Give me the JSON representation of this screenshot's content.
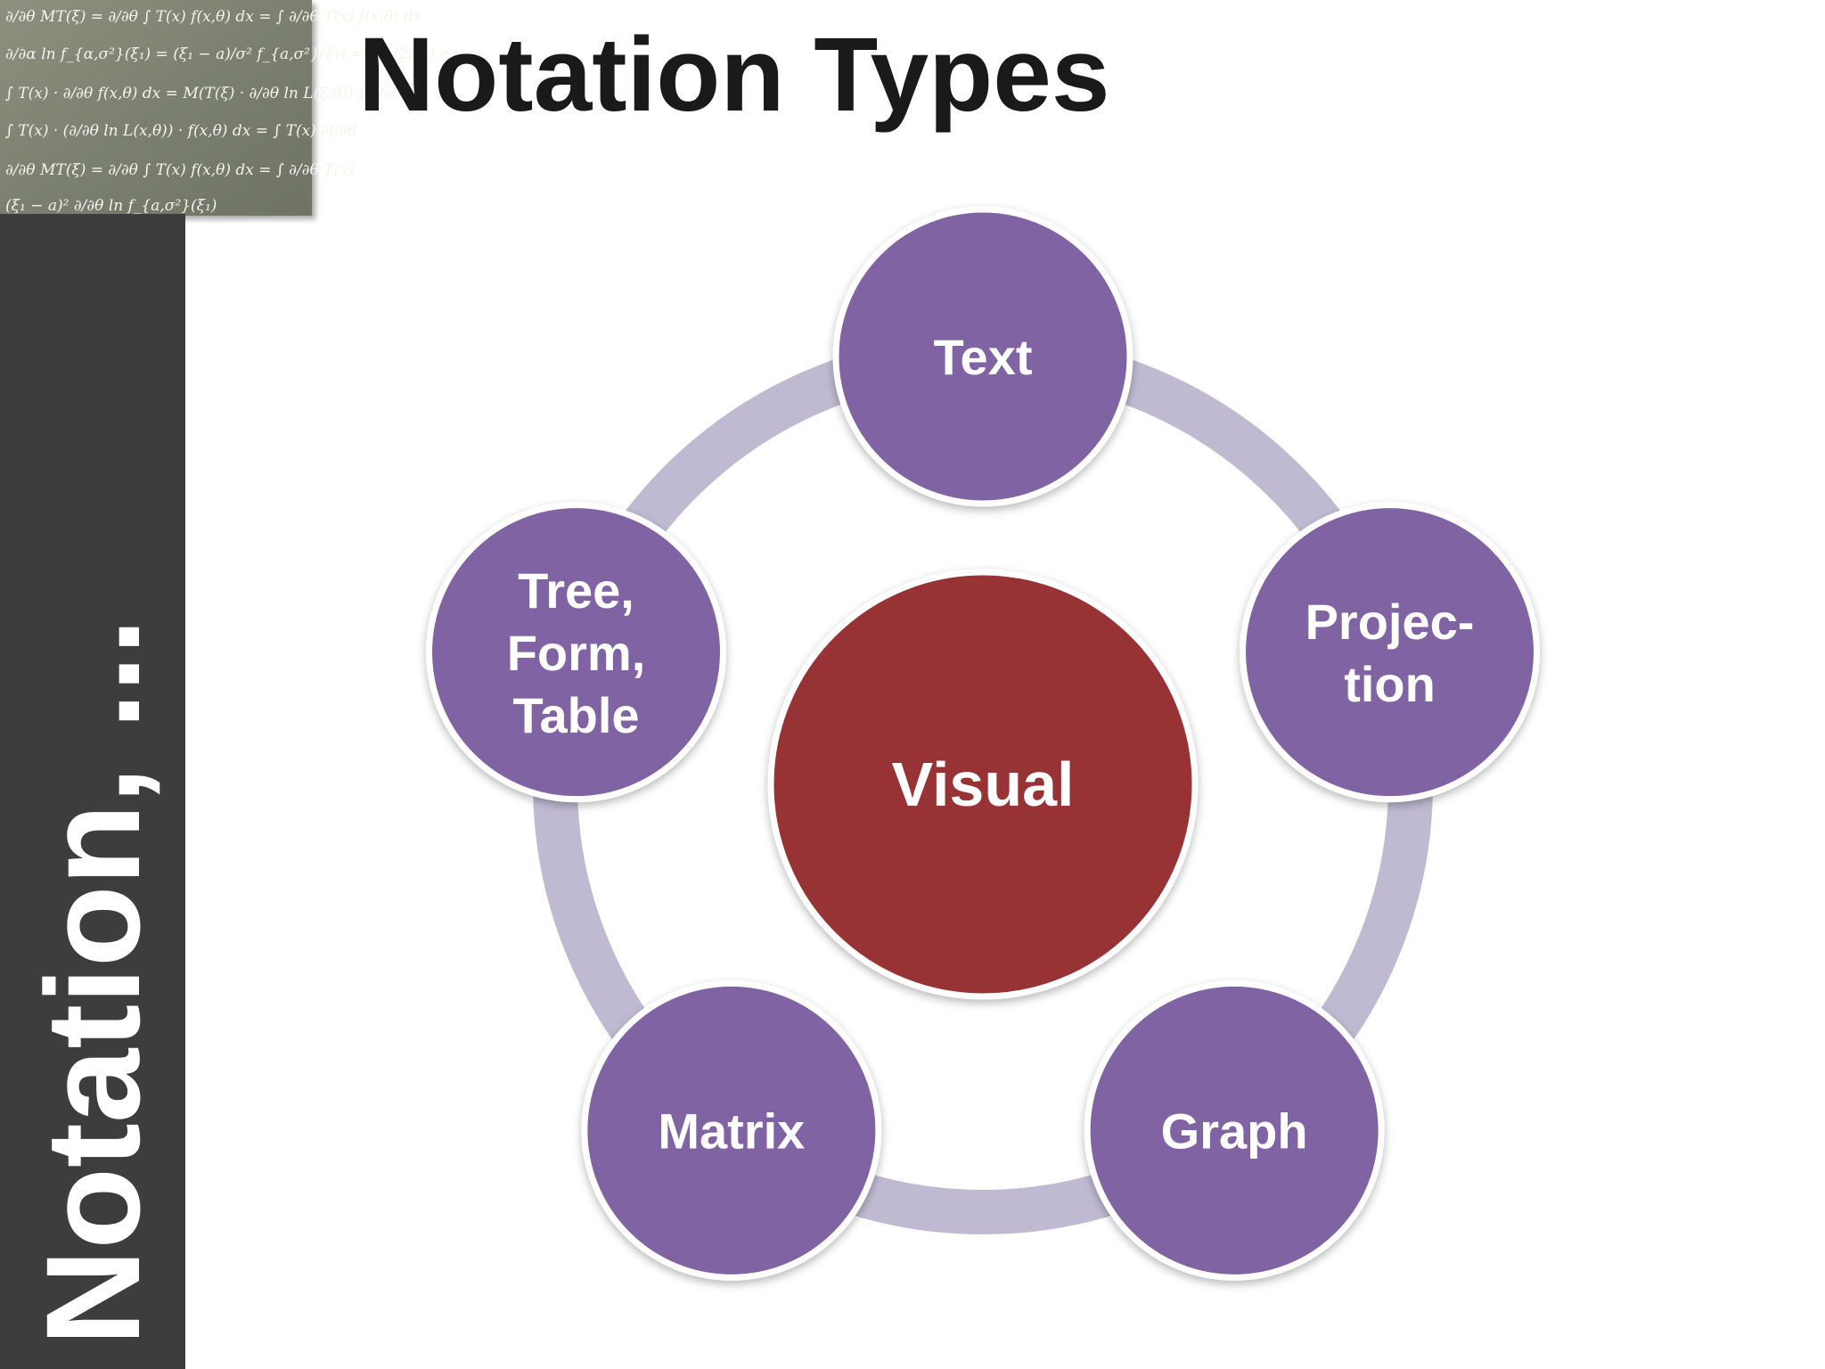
{
  "slide": {
    "title": "Notation Types",
    "sidebar_title": "Notation, ..."
  },
  "math_image": {
    "lines": [
      "∂/∂θ MT(ξ) = ∂/∂θ ∫ T(x) f(x,θ) dx = ∫ ∂/∂θ T(x) f(x,θ) dx",
      "∂/∂α ln f_{α,σ²}(ξ₁) = (ξ₁ − a)/σ²   f_{a,σ²}(ξ₁) = 1/√(2πσ) e",
      "∫ T(x) · ∂/∂θ f(x,θ) dx = M(T(ξ) · ∂/∂θ ln L(ξ,θ))   ∫ ∂/∂θ",
      "∫ T(x) · (∂/∂θ ln L(x,θ)) · f(x,θ) dx = ∫ T(x) ∂f/∂θ",
      "∂/∂θ MT(ξ) = ∂/∂θ ∫ T(x) f(x,θ) dx = ∫ ∂/∂θ T(x)",
      "(ξ₁ − a)²   ∂/∂θ ln f_{a,σ²}(ξ₁)"
    ]
  },
  "diagram": {
    "center": {
      "label": "Visual",
      "color": "#973234"
    },
    "nodes": [
      {
        "id": "text",
        "lines": [
          "Text"
        ]
      },
      {
        "id": "projection",
        "lines": [
          "Projec-",
          "tion"
        ]
      },
      {
        "id": "graph",
        "lines": [
          "Graph"
        ]
      },
      {
        "id": "matrix",
        "lines": [
          "Matrix"
        ]
      },
      {
        "id": "tree-form-table",
        "lines": [
          "Tree,",
          "Form,",
          "Table"
        ]
      }
    ],
    "node_color": "#8064a2",
    "ring_color": "#bfbad1",
    "node_border": "#ffffff"
  }
}
